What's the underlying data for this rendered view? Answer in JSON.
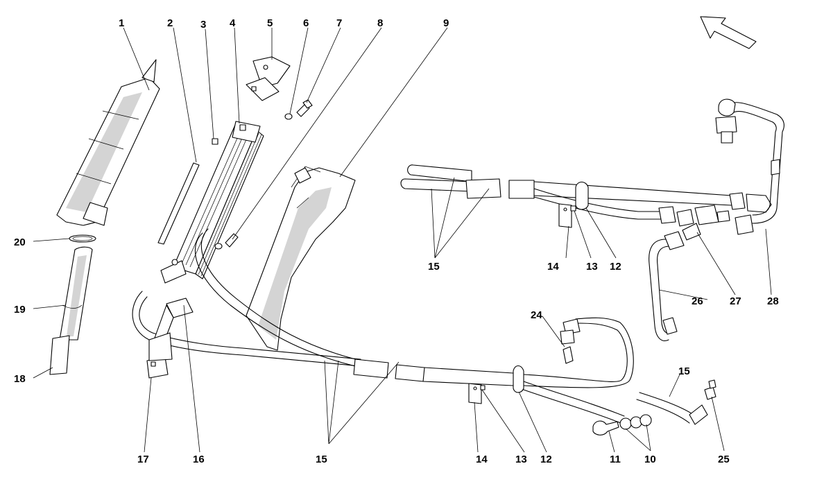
{
  "diagram": {
    "callouts": [
      "1",
      "2",
      "3",
      "4",
      "5",
      "6",
      "7",
      "8",
      "9",
      "10",
      "11",
      "12",
      "13",
      "14",
      "15",
      "16",
      "17",
      "18",
      "19",
      "20",
      "24",
      "25",
      "26",
      "27",
      "28"
    ],
    "orientation_icon": "arrow-icon"
  }
}
